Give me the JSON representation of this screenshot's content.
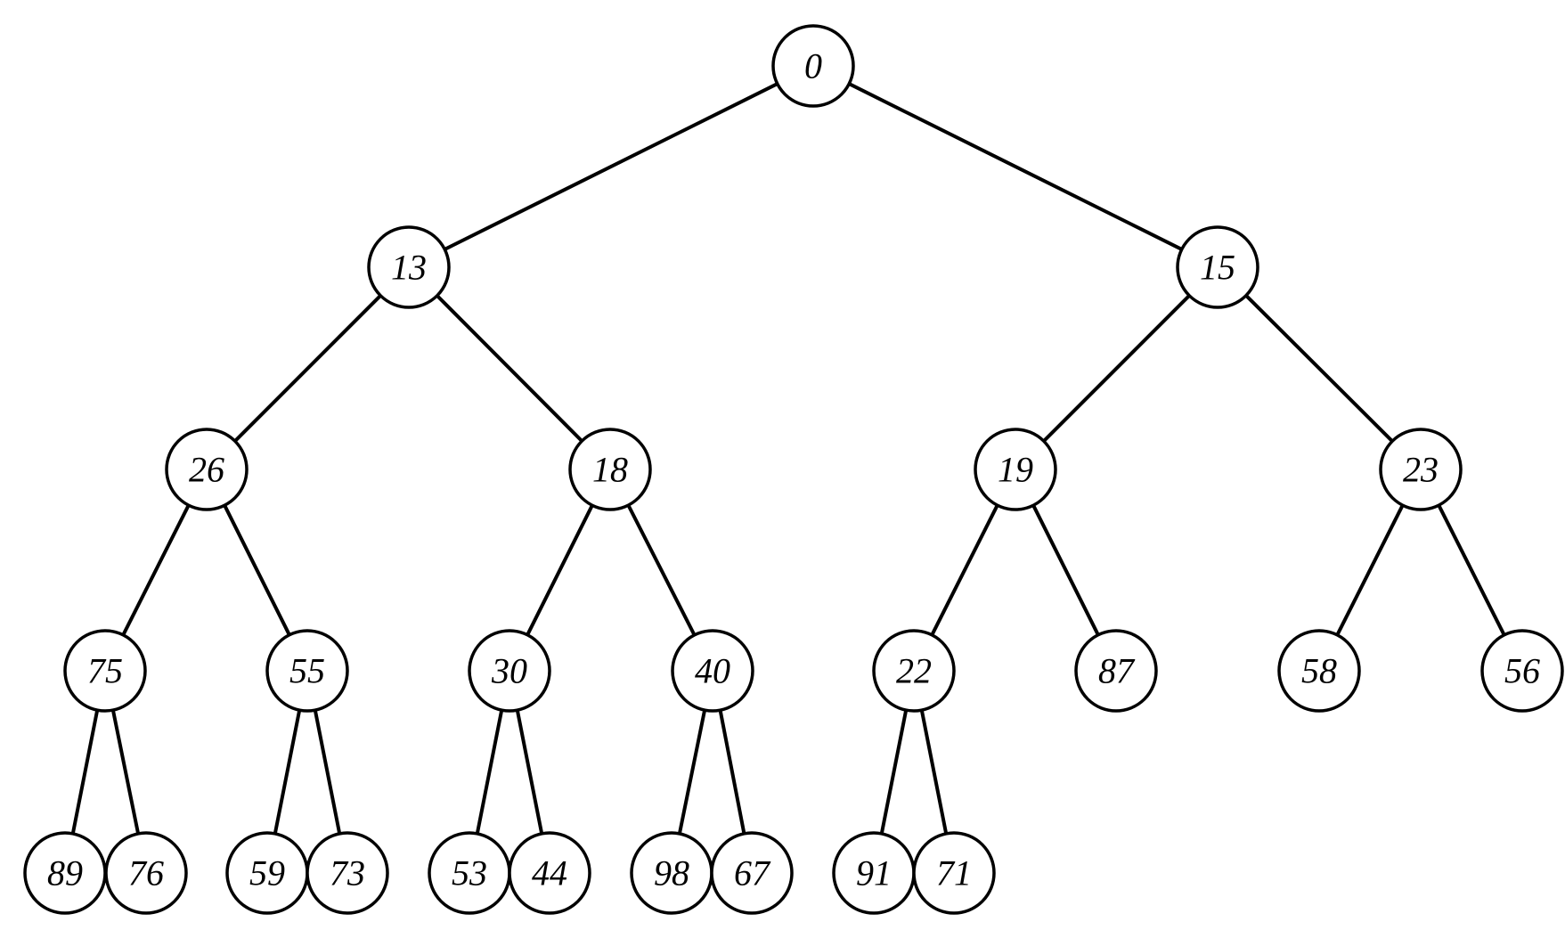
{
  "tree": {
    "nodes": [
      {
        "id": 0,
        "label": "0"
      },
      {
        "id": 1,
        "label": "13"
      },
      {
        "id": 2,
        "label": "15"
      },
      {
        "id": 3,
        "label": "26"
      },
      {
        "id": 4,
        "label": "18"
      },
      {
        "id": 5,
        "label": "19"
      },
      {
        "id": 6,
        "label": "23"
      },
      {
        "id": 7,
        "label": "75"
      },
      {
        "id": 8,
        "label": "55"
      },
      {
        "id": 9,
        "label": "30"
      },
      {
        "id": 10,
        "label": "40"
      },
      {
        "id": 11,
        "label": "22"
      },
      {
        "id": 12,
        "label": "87"
      },
      {
        "id": 13,
        "label": "58"
      },
      {
        "id": 14,
        "label": "56"
      },
      {
        "id": 15,
        "label": "89"
      },
      {
        "id": 16,
        "label": "76"
      },
      {
        "id": 17,
        "label": "59"
      },
      {
        "id": 18,
        "label": "73"
      },
      {
        "id": 19,
        "label": "53"
      },
      {
        "id": 20,
        "label": "44"
      },
      {
        "id": 21,
        "label": "98"
      },
      {
        "id": 22,
        "label": "67"
      },
      {
        "id": 23,
        "label": "91"
      },
      {
        "id": 24,
        "label": "71"
      }
    ],
    "edges": [
      [
        0,
        1
      ],
      [
        0,
        2
      ],
      [
        1,
        3
      ],
      [
        1,
        4
      ],
      [
        2,
        5
      ],
      [
        2,
        6
      ],
      [
        3,
        7
      ],
      [
        3,
        8
      ],
      [
        4,
        9
      ],
      [
        4,
        10
      ],
      [
        5,
        11
      ],
      [
        5,
        12
      ],
      [
        6,
        13
      ],
      [
        6,
        14
      ],
      [
        7,
        15
      ],
      [
        7,
        16
      ],
      [
        8,
        17
      ],
      [
        8,
        18
      ],
      [
        9,
        19
      ],
      [
        9,
        20
      ],
      [
        10,
        21
      ],
      [
        10,
        22
      ],
      [
        11,
        23
      ],
      [
        11,
        24
      ]
    ],
    "colors": {
      "stroke": "#000000",
      "fill": "#ffffff",
      "text": "#000000"
    }
  }
}
